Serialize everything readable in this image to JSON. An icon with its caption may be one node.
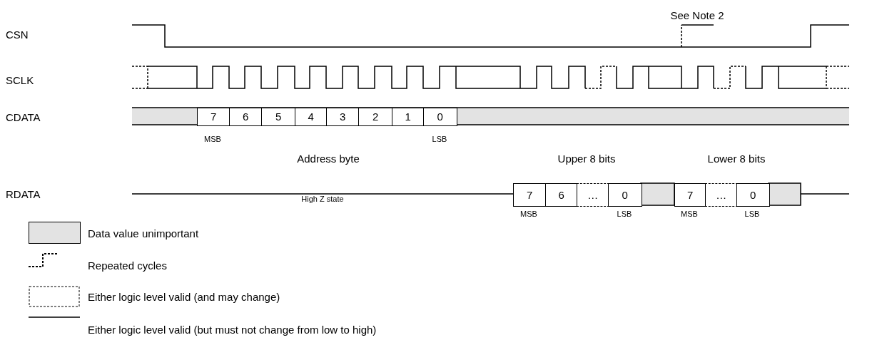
{
  "diagram": {
    "labels": [
      "See Note 2",
      "CSN",
      "SCLK",
      "CDATA",
      "7",
      "6",
      "5",
      "4",
      "3",
      "2",
      "1",
      "0",
      "MSB",
      "LSB",
      "Address byte",
      "Upper 8 bits",
      "Lower 8 bits",
      "RDATA",
      "7",
      "6",
      "…",
      "0",
      "7",
      "…",
      "0",
      "High Z state",
      "MSB",
      "LSB",
      "MSB",
      "LSB"
    ],
    "legend": [
      {
        "text": "Data value unimportant",
        "color": "#e3e3e3"
      },
      {
        "text": "Repeated cycles"
      },
      {
        "text": "Either logic level valid (and may change)"
      },
      {
        "text": "Either logic level valid (but must not change from low to high)"
      }
    ]
  }
}
